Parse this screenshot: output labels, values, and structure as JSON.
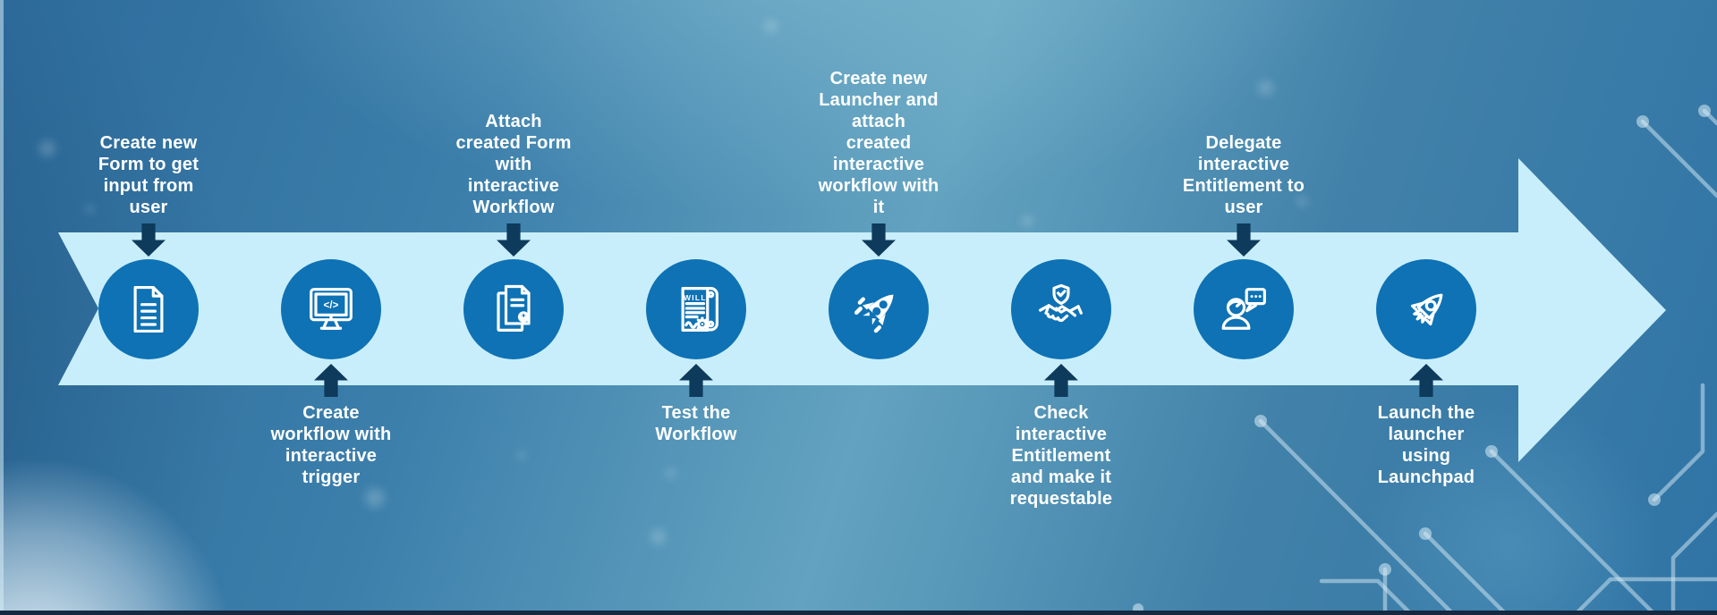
{
  "colors": {
    "band": "#c9eefb",
    "circle": "#0e72b5",
    "connector": "#0e3a5c",
    "label_text": "#ffffff",
    "bottom_bar": "#152940",
    "circuit": "#d8ecf5"
  },
  "steps": [
    {
      "id": 1,
      "position": "above",
      "icon": "document-icon",
      "label": "Create new\nForm to get\ninput from\nuser"
    },
    {
      "id": 2,
      "position": "below",
      "icon": "monitor-code-icon",
      "label": "Create\nworkflow with\ninteractive\ntrigger"
    },
    {
      "id": 3,
      "position": "above",
      "icon": "attached-documents-icon",
      "label": "Attach\ncreated Form\nwith\ninteractive\nWorkflow"
    },
    {
      "id": 4,
      "position": "below",
      "icon": "will-document-icon",
      "label": "Test the\nWorkflow"
    },
    {
      "id": 5,
      "position": "above",
      "icon": "rocket-solid-icon",
      "label": "Create new\nLauncher and\nattach\ncreated\ninteractive\nworkflow with\nit"
    },
    {
      "id": 6,
      "position": "below",
      "icon": "handshake-shield-icon",
      "label": "Check\ninteractive\nEntitlement\nand make it\nrequestable"
    },
    {
      "id": 7,
      "position": "above",
      "icon": "user-chat-icon",
      "label": "Delegate\ninteractive\nEntitlement to\nuser"
    },
    {
      "id": 8,
      "position": "below",
      "icon": "rocket-outline-icon",
      "label": "Launch the\nlauncher\nusing\nLaunchpad"
    }
  ]
}
